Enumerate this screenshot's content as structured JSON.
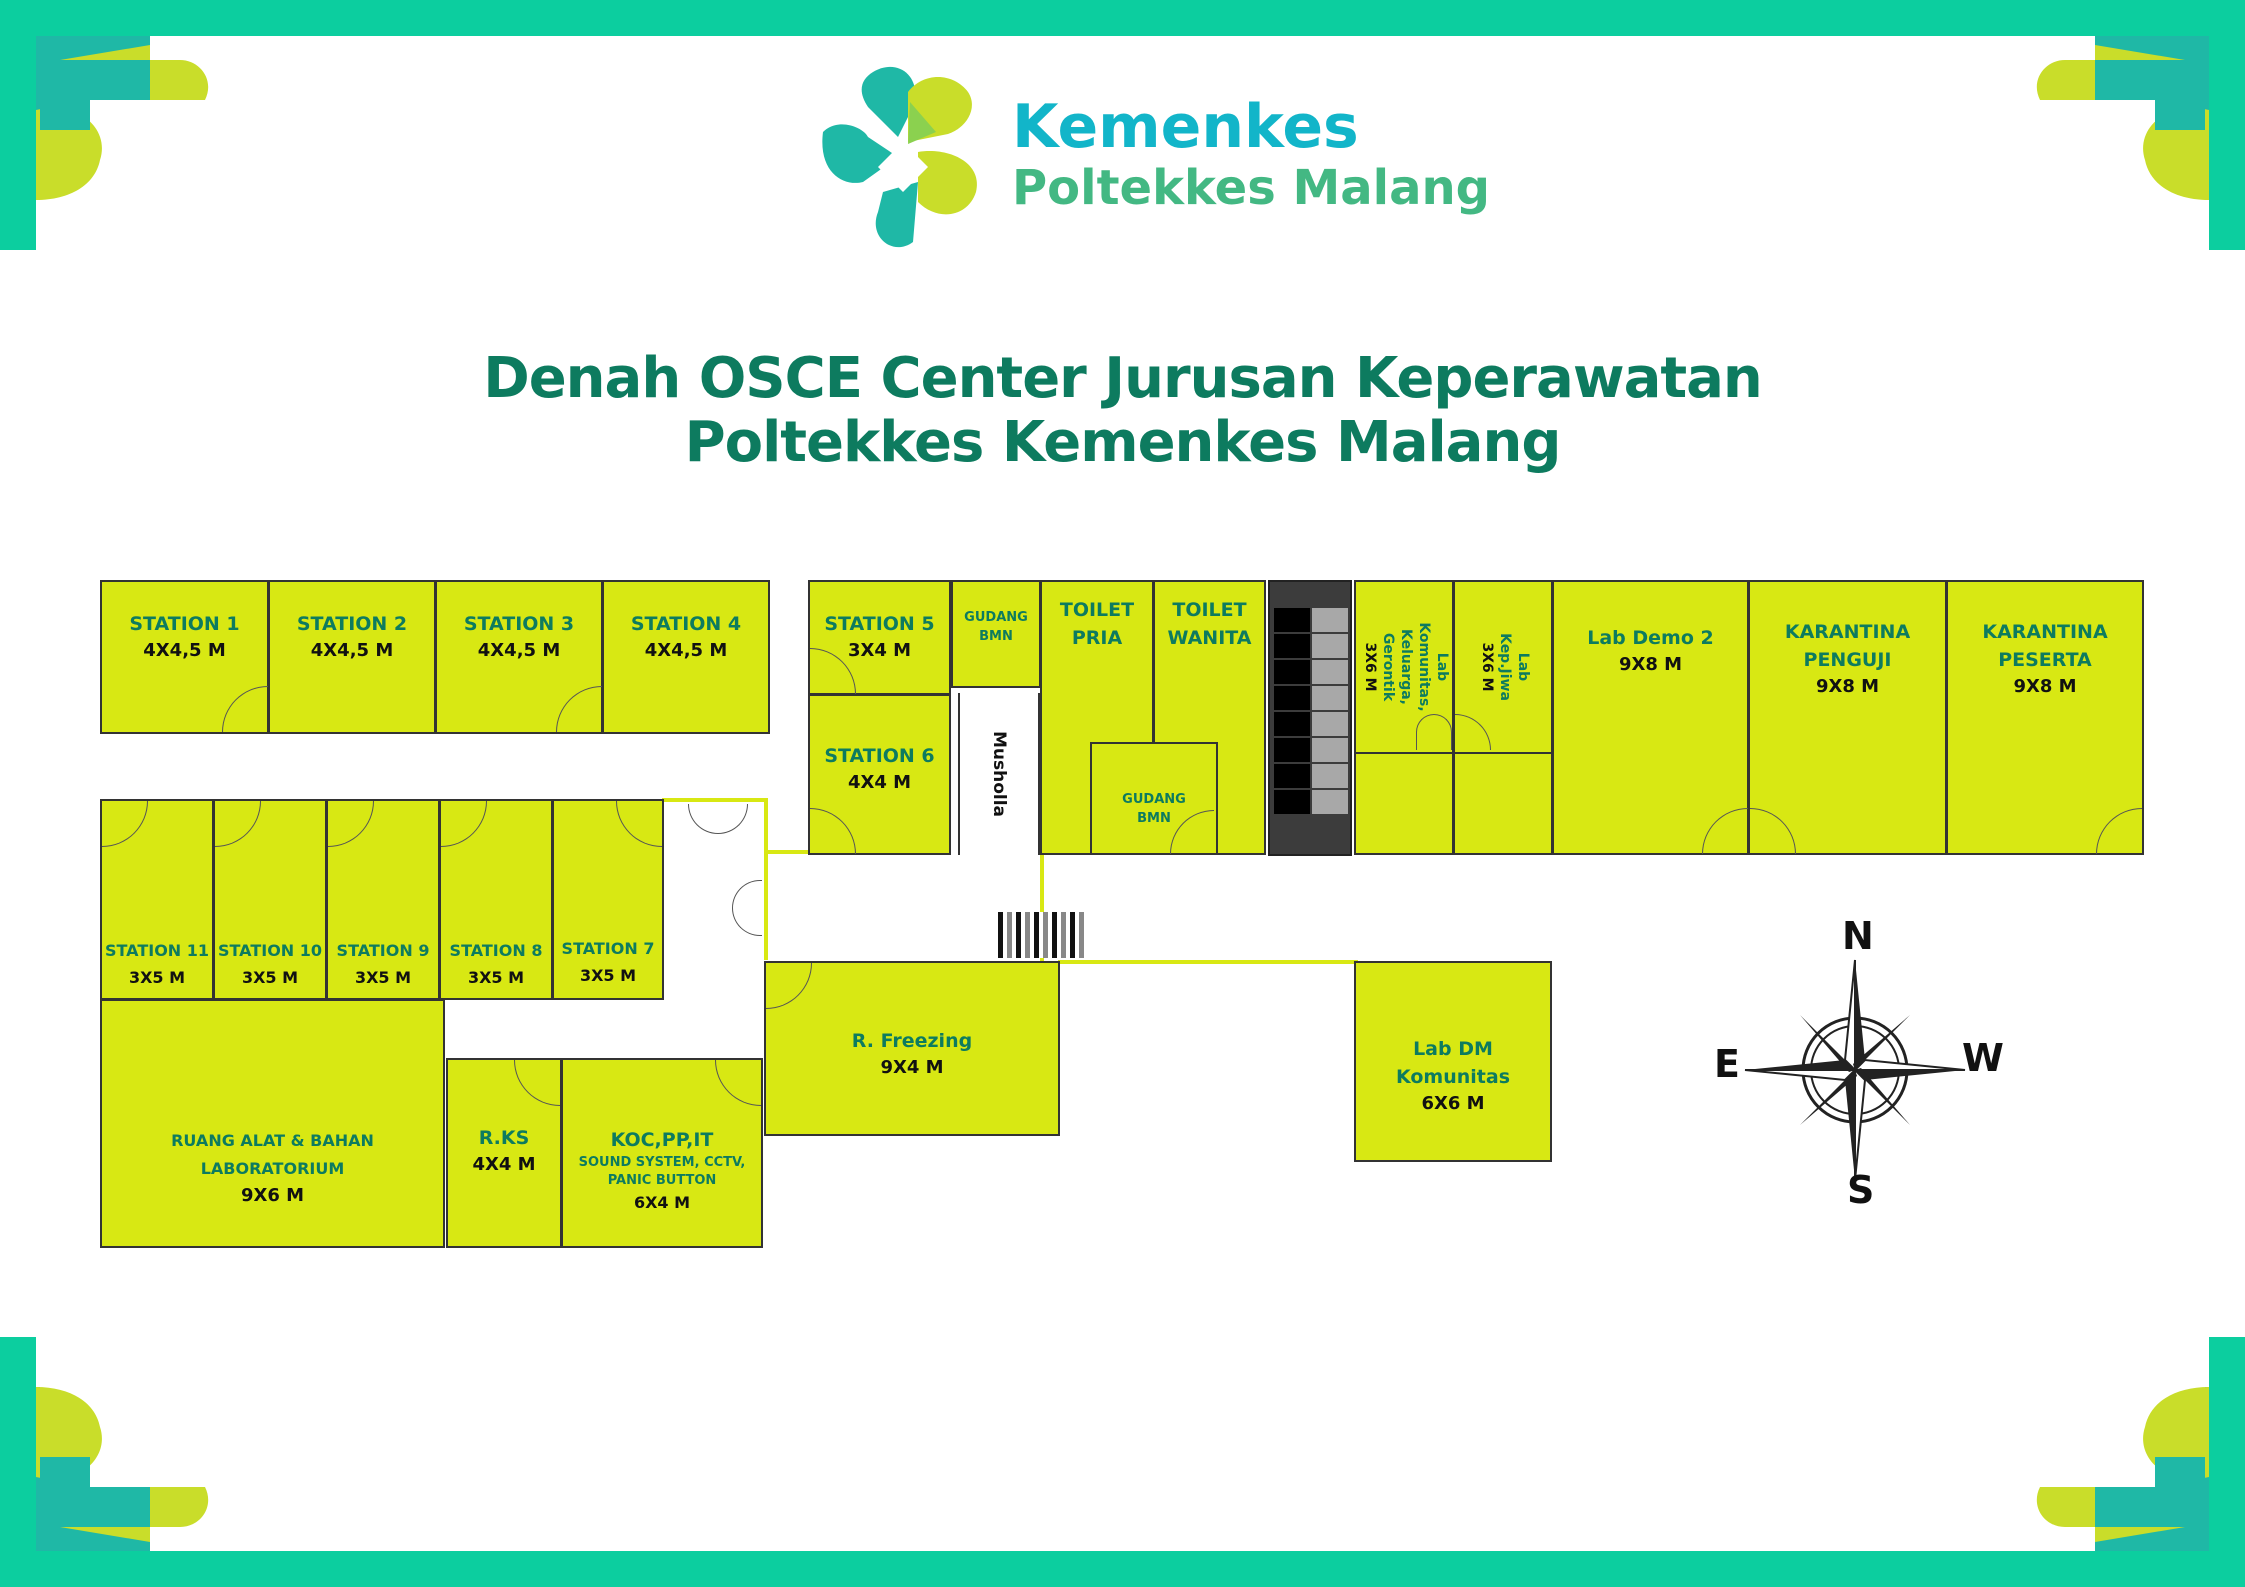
{
  "brand": {
    "name": "Kemenkes",
    "subtitle": "Poltekkes Malang",
    "colors": {
      "teal": "#12b5c9",
      "green": "#43b883",
      "lime": "#d8e813",
      "band": "#0cce9f",
      "title": "#0d7b5f"
    }
  },
  "title": {
    "line1": "Denah OSCE Center Jurusan Keperawatan",
    "line2": "Poltekkes Kemenkes Malang"
  },
  "rooms": {
    "station1": {
      "name": "STATION 1",
      "dim": "4X4,5 M"
    },
    "station2": {
      "name": "STATION 2",
      "dim": "4X4,5 M"
    },
    "station3": {
      "name": "STATION 3",
      "dim": "4X4,5 M"
    },
    "station4": {
      "name": "STATION 4",
      "dim": "4X4,5 M"
    },
    "station5": {
      "name": "STATION 5",
      "dim": "3X4 M"
    },
    "station6": {
      "name": "STATION 6",
      "dim": "4X4 M"
    },
    "station7": {
      "name": "STATION 7",
      "dim": "3X5 M"
    },
    "station8": {
      "name": "STATION 8",
      "dim": "3X5 M"
    },
    "station9": {
      "name": "STATION 9",
      "dim": "3X5 M"
    },
    "station10": {
      "name": "STATION 10",
      "dim": "3X5 M"
    },
    "station11": {
      "name": "STATION 11",
      "dim": "3X5 M"
    },
    "gudang_top": {
      "name": "GUDANG\nBMN"
    },
    "gudang_bottom": {
      "name": "GUDANG\nBMN"
    },
    "toilet_pria": {
      "name": "TOILET\nPRIA"
    },
    "toilet_wanita": {
      "name": "TOILET\nWANITA"
    },
    "musholla": {
      "name": "Musholla"
    },
    "lab_komunitas": {
      "name": "Lab Komunitas,\nKeluarga, Gerontik",
      "dim": "3X6 M"
    },
    "lab_kep_jiwa": {
      "name": "Lab Kep.Jiwa",
      "dim": "3X6 M"
    },
    "lab_demo2": {
      "name": "Lab Demo 2",
      "dim": "9X8 M"
    },
    "karantina_penguji": {
      "name": "KARANTINA\nPENGUJI",
      "dim": "9X8 M"
    },
    "karantina_peserta": {
      "name": "KARANTINA\nPESERTA",
      "dim": "9X8 M"
    },
    "ruang_alat": {
      "name": "RUANG ALAT & BAHAN\nLABORATORIUM",
      "dim": "9X6 M"
    },
    "rks": {
      "name": "R.KS",
      "dim": "4X4 M"
    },
    "koc": {
      "name": "KOC,PP,IT",
      "sub": "SOUND SYSTEM, CCTV,\nPANIC BUTTON",
      "dim": "6X4 M"
    },
    "freezing": {
      "name": "R. Freezing",
      "dim": "9X4 M"
    },
    "lab_dm": {
      "name": "Lab DM\nKomunitas",
      "dim": "6X6 M"
    }
  },
  "compass": {
    "north": "N",
    "south": "S",
    "east": "E",
    "west": "W"
  }
}
